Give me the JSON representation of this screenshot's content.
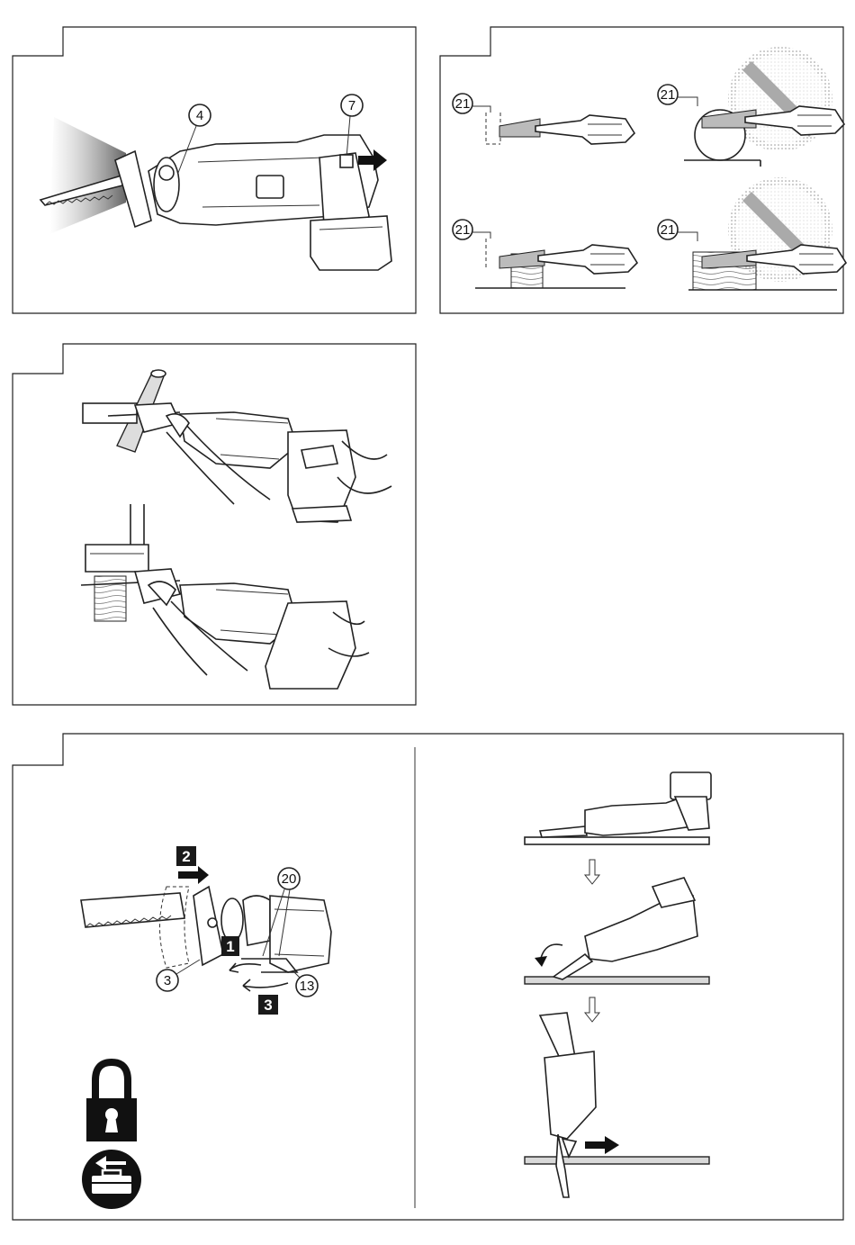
{
  "figures": {
    "fig1": {
      "callouts": [
        "4",
        "7"
      ]
    },
    "fig2": {
      "callouts": [
        "21",
        "21",
        "21",
        "21"
      ]
    },
    "fig4": {
      "callouts": [
        "20",
        "3",
        "13"
      ],
      "steps": [
        "2",
        "1",
        "3"
      ]
    }
  },
  "icons": [
    "padlock-icon",
    "toolbox-return-icon",
    "prohibited-icon",
    "arrow-right-icon",
    "arrow-down-icon",
    "rotate-arrow-icon"
  ],
  "colors": {
    "ink": "#222222",
    "fill_gray": "#d9d9d9",
    "step_box": "#1a1a1a"
  }
}
